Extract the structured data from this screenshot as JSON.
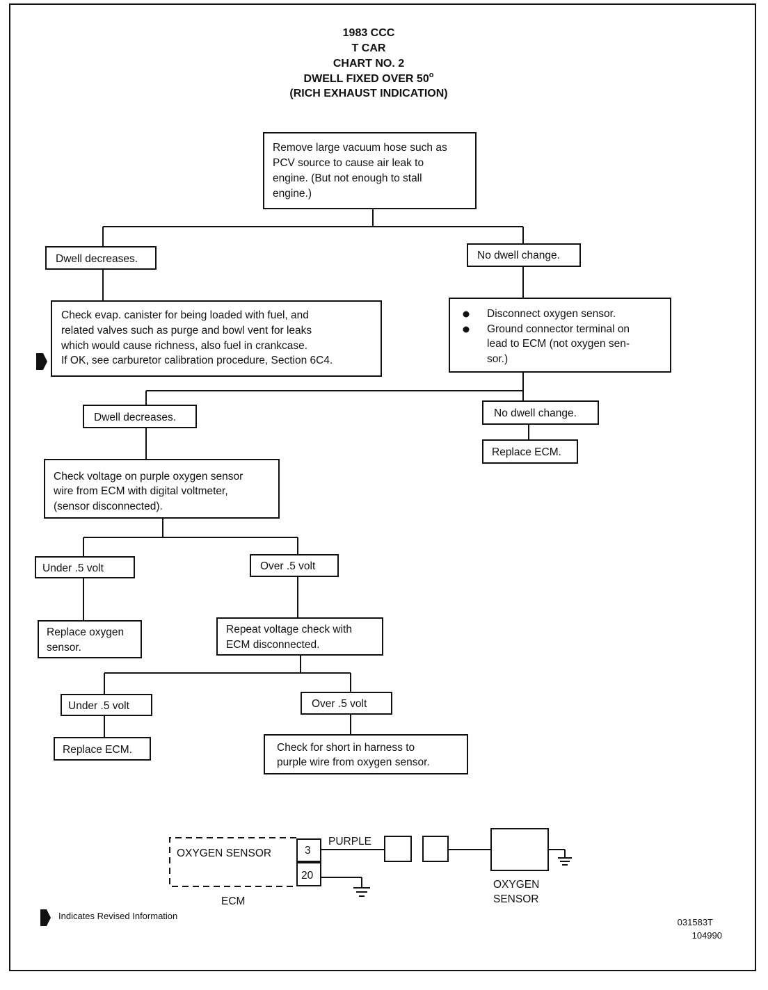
{
  "header": {
    "line1": "1983 CCC",
    "line2": "T CAR",
    "line3": "CHART NO. 2",
    "line4_main": "DWELL FIXED OVER 50",
    "line4_deg": "o",
    "line5": "(RICH EXHAUST INDICATION)"
  },
  "flowchart": {
    "start": {
      "line1": "Remove large vacuum hose such as",
      "line2": "PCV source to cause air leak to",
      "line3": "engine. (But not enough to stall",
      "line4": "engine.)"
    },
    "left_branch": {
      "result": "Dwell decreases.",
      "action": {
        "line1": "Check evap. canister for being loaded with fuel, and",
        "line2": "related valves such as purge and bowl vent for leaks",
        "line3": "which would cause richness, also fuel in crankcase.",
        "line4": "If OK, see carburetor calibration procedure, Section 6C4."
      }
    },
    "right_branch": {
      "result": "No dwell change.",
      "action": {
        "bullet1": "Disconnect oxygen sensor.",
        "bullet2_line1": "Ground connector terminal on",
        "bullet2_line2": "lead to ECM (not oxygen sen-",
        "bullet2_line3": "sor.)"
      },
      "no_change": "No dwell change.",
      "replace": "Replace ECM."
    },
    "dwell_decreases_2": "Dwell decreases.",
    "voltage_check": {
      "line1": "Check voltage on purple oxygen sensor",
      "line2": "wire from ECM with digital voltmeter,",
      "line3": "(sensor disconnected)."
    },
    "under_1": "Under .5 volt",
    "over_1": "Over .5 volt",
    "replace_sensor": {
      "line1": "Replace oxygen",
      "line2": "sensor."
    },
    "repeat_check": {
      "line1": "Repeat voltage check with",
      "line2": "ECM disconnected."
    },
    "under_2": "Under .5 volt",
    "over_2": "Over .5 volt",
    "replace_ecm_2": "Replace ECM.",
    "check_short": {
      "line1": "Check for short in harness to",
      "line2": "purple wire from oxygen sensor."
    }
  },
  "wiring": {
    "ecm_box_label": "OXYGEN SENSOR",
    "pin_top": "3",
    "pin_bottom": "20",
    "wire_label": "PURPLE",
    "ecm_label": "ECM",
    "sensor_label_line1": "OXYGEN",
    "sensor_label_line2": "SENSOR"
  },
  "footer": {
    "legend": "Indicates Revised Information",
    "code1": "031583T",
    "code2": "104990"
  }
}
